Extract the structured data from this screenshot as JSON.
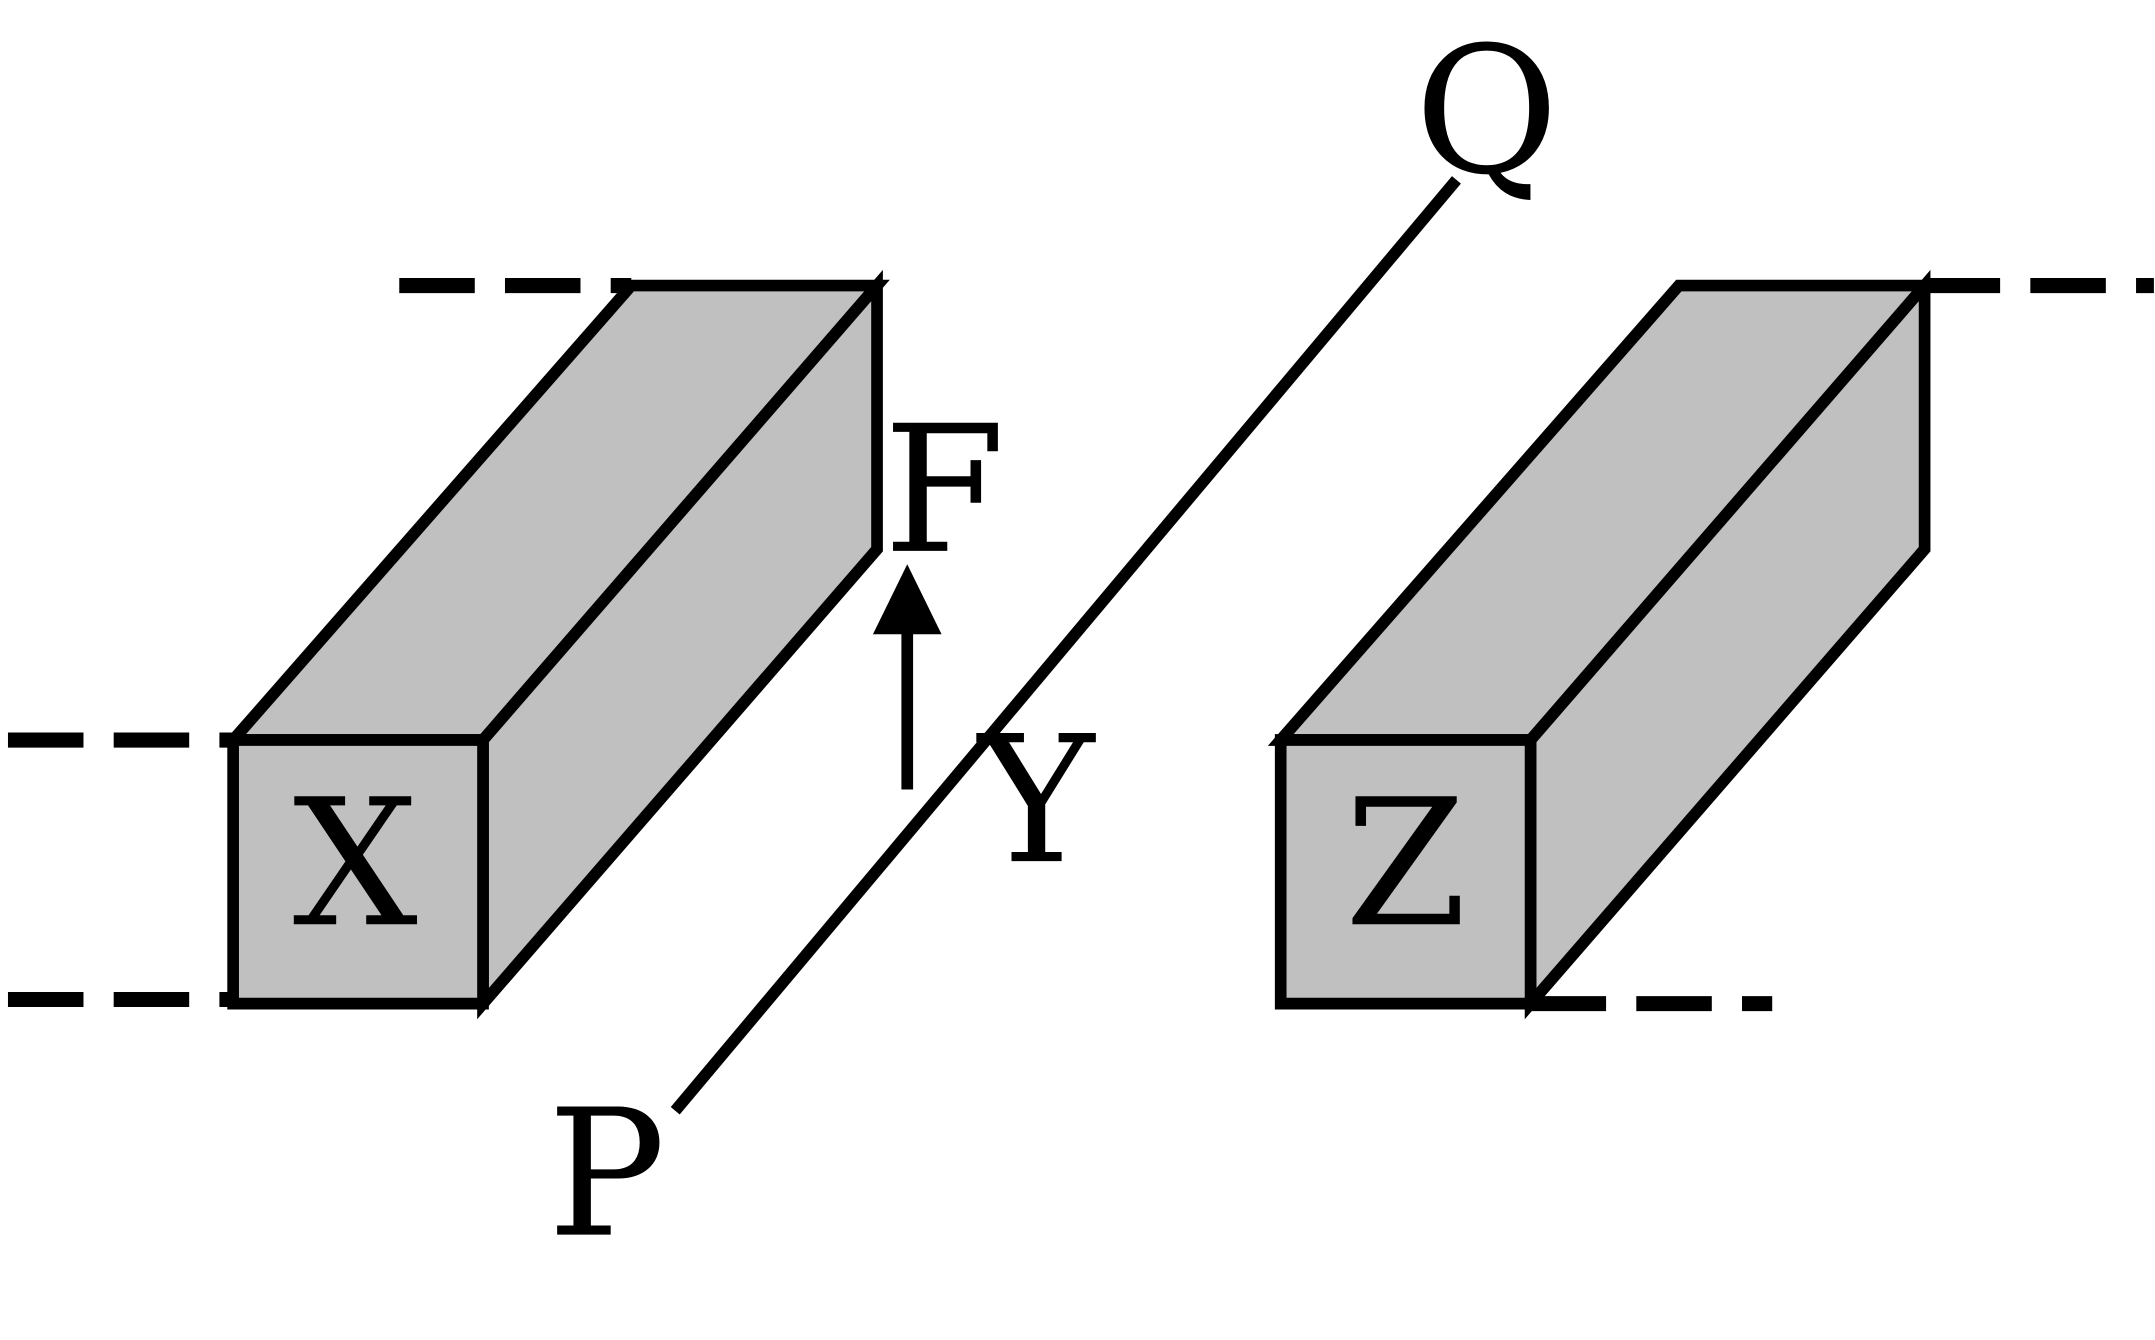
{
  "labels": {
    "magnet_left": "X",
    "magnet_right": "Z",
    "wire": "Y",
    "wire_end_bottom": "P",
    "wire_end_top": "Q",
    "force": "F"
  },
  "colors": {
    "magnet_fill": "#c0c0c0",
    "stroke": "#000000",
    "background": "#ffffff"
  }
}
